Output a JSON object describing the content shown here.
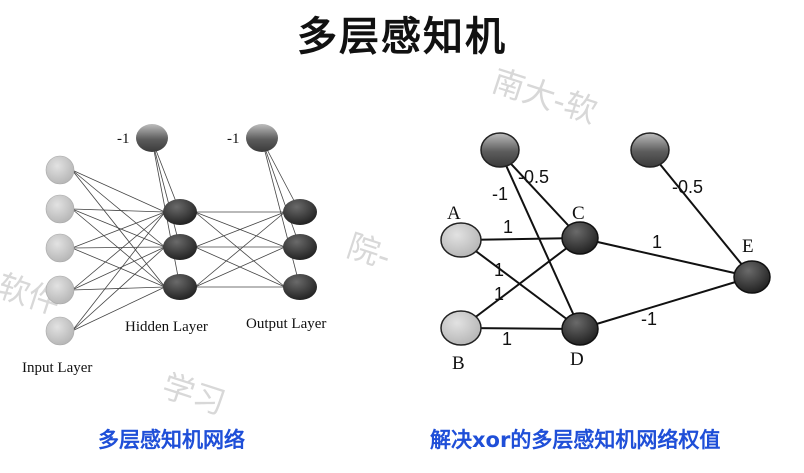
{
  "title": "多层感知机",
  "captions": {
    "left": "多层感知机网络",
    "right": "解决xor的多层感知机网络权值"
  },
  "mlp": {
    "bias_hidden": "-1",
    "bias_output": "-1",
    "input_label": "Input Layer",
    "hidden_label": "Hidden Layer",
    "output_label": "Output Layer"
  },
  "xor": {
    "node_a": "A",
    "node_b": "B",
    "node_c": "C",
    "node_d": "D",
    "node_e": "E",
    "w_bias1_c": "-0.5",
    "w_bias1_d": "-1",
    "w_bias2_e": "-0.5",
    "w_a_c": "1",
    "w_a_d": "1",
    "w_b_c": "1",
    "w_b_d": "1",
    "w_c_e": "1",
    "w_d_e": "-1"
  },
  "watermark": [
    "南大-软",
    "院-",
    "学习",
    "软件"
  ]
}
